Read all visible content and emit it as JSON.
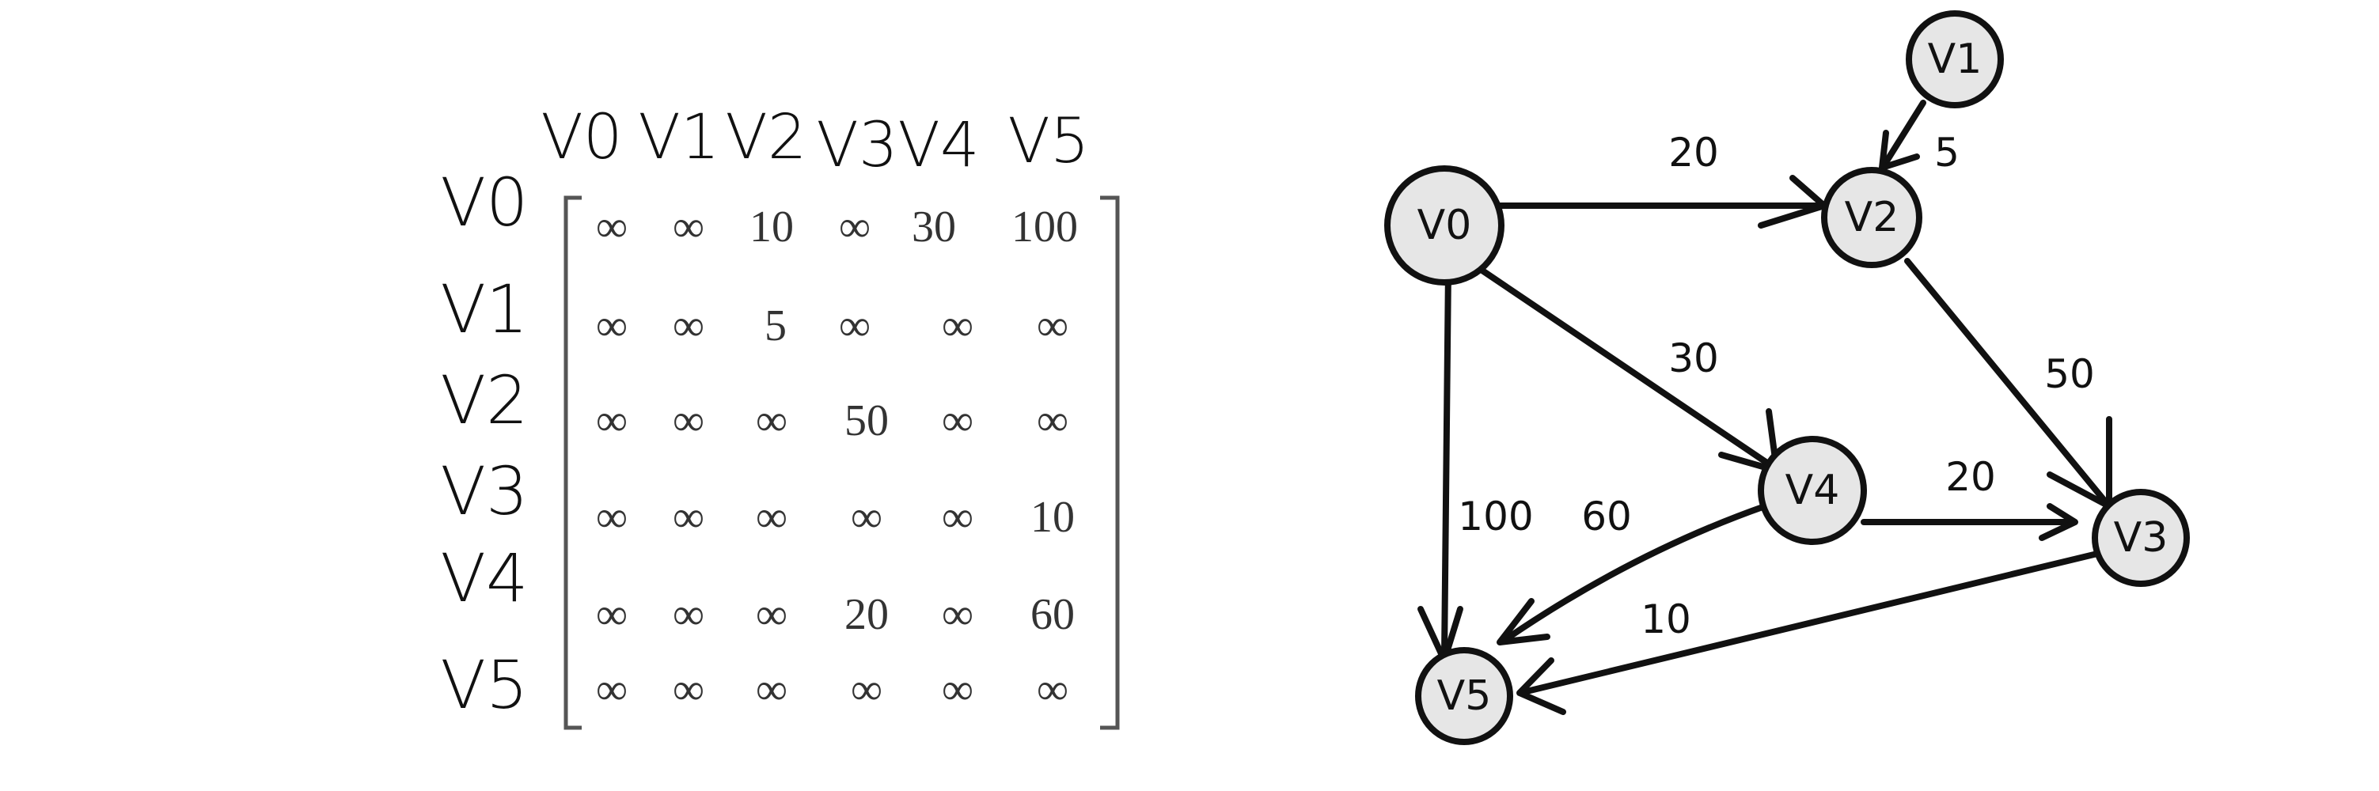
{
  "matrix": {
    "column_headers": [
      "V0",
      "V1",
      "V2",
      "V3",
      "V4",
      "V5"
    ],
    "row_headers": [
      "V0",
      "V1",
      "V2",
      "V3",
      "V4",
      "V5"
    ],
    "rows": [
      [
        "∞",
        "∞",
        "10",
        "∞",
        "30",
        "100"
      ],
      [
        "∞",
        "∞",
        "5",
        "∞",
        "∞",
        "∞"
      ],
      [
        "∞",
        "∞",
        "∞",
        "50",
        "∞",
        "∞"
      ],
      [
        "∞",
        "∞",
        "∞",
        "∞",
        "∞",
        "10"
      ],
      [
        "∞",
        "∞",
        "∞",
        "20",
        "∞",
        "60"
      ],
      [
        "∞",
        "∞",
        "∞",
        "∞",
        "∞",
        "∞"
      ]
    ]
  },
  "graph": {
    "nodes": [
      {
        "id": "V0",
        "label": "V0"
      },
      {
        "id": "V1",
        "label": "V1"
      },
      {
        "id": "V2",
        "label": "V2"
      },
      {
        "id": "V3",
        "label": "V3"
      },
      {
        "id": "V4",
        "label": "V4"
      },
      {
        "id": "V5",
        "label": "V5"
      }
    ],
    "edges": [
      {
        "from": "V0",
        "to": "V2",
        "weight": "20"
      },
      {
        "from": "V1",
        "to": "V2",
        "weight": "5"
      },
      {
        "from": "V0",
        "to": "V4",
        "weight": "30"
      },
      {
        "from": "V2",
        "to": "V3",
        "weight": "50"
      },
      {
        "from": "V4",
        "to": "V3",
        "weight": "20"
      },
      {
        "from": "V0",
        "to": "V5",
        "weight": "100"
      },
      {
        "from": "V4",
        "to": "V5",
        "weight": "60"
      },
      {
        "from": "V3",
        "to": "V5",
        "weight": "10"
      }
    ]
  }
}
